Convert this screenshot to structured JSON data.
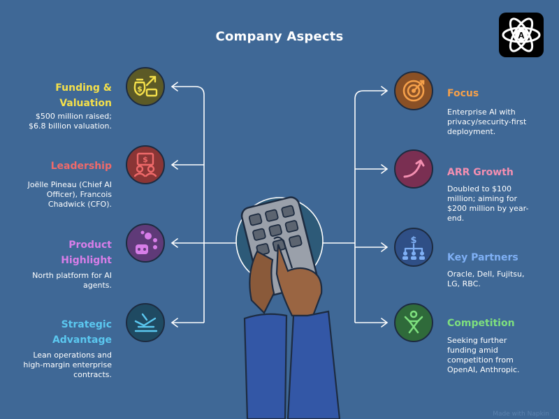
{
  "title": "Company Aspects",
  "left_items": [
    {
      "heading": "Funding & Valuation",
      "desc": "$500 million raised; $6.8 billion valuation.",
      "color": "#f5e04a",
      "bg": "#5c5a26",
      "icon": "money-bag-growth-icon"
    },
    {
      "heading": "Leadership",
      "desc": "Joëlle Pineau (Chief AI Officer), Francois Chadwick (CFO).",
      "color": "#f06a6a",
      "bg": "#8a3535",
      "icon": "leaders-icon"
    },
    {
      "heading": "Product Highlight",
      "desc": "North platform for AI agents.",
      "color": "#d77ee8",
      "bg": "#5f3a78",
      "icon": "robot-agent-icon"
    },
    {
      "heading": "Strategic Advantage",
      "desc": "Lean operations and high-margin enterprise contracts.",
      "color": "#5bc8f0",
      "bg": "#1f4a62",
      "icon": "plane-takeoff-icon"
    }
  ],
  "right_items": [
    {
      "heading": "Focus",
      "desc": "Enterprise AI with privacy/security-first deployment.",
      "color": "#f5a04a",
      "bg": "#8a5025",
      "icon": "target-icon"
    },
    {
      "heading": "ARR Growth",
      "desc": "Doubled to $100 million; aiming for $200 million by year-end.",
      "color": "#f48fb1",
      "bg": "#7a2f52",
      "icon": "growth-arrow-icon"
    },
    {
      "heading": "Key Partners",
      "desc": "Oracle, Dell, Fujitsu, LG, RBC.",
      "color": "#7fb0f5",
      "bg": "#2f4f86",
      "icon": "partner-network-icon"
    },
    {
      "heading": "Competition",
      "desc": "Seeking further funding amid competition from OpenAI, Anthropic.",
      "color": "#7ee07e",
      "bg": "#2f6a3a",
      "icon": "competitor-icon"
    }
  ],
  "credit": "Made with Napkin"
}
